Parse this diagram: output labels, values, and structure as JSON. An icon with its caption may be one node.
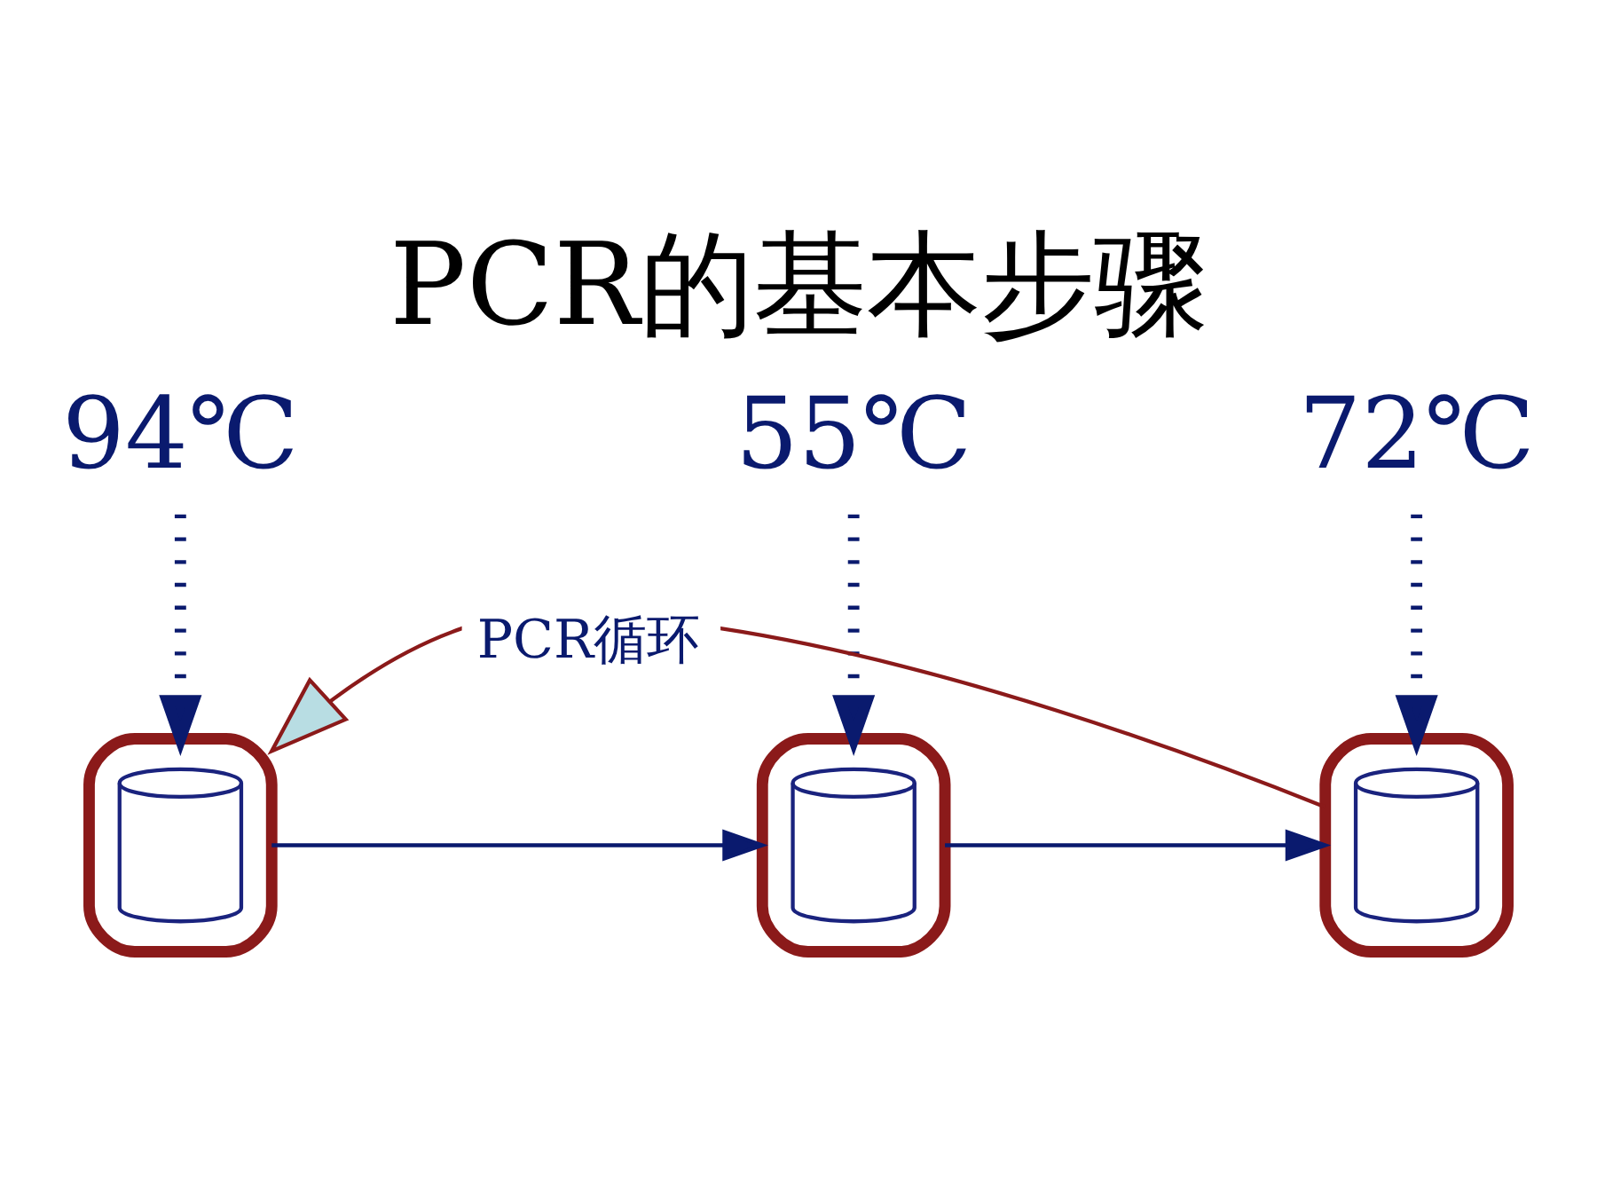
{
  "diagram": {
    "title": "PCR的基本步骤",
    "nodes": [
      {
        "text": [
          "94℃"
        ]
      },
      {
        "text": [],
        "shape": "cylinder"
      },
      {
        "text": [],
        "shape": "cylinder",
        "in": 1
      },
      {
        "text": [
          "55℃"
        ]
      },
      {
        "text": [],
        "shape": "cylinder"
      },
      {
        "text": [],
        "shape": "cylinder",
        "in": 4
      },
      {
        "text": [
          "72℃"
        ]
      },
      {
        "text": [],
        "shape": "cylinder"
      },
      {
        "text": [],
        "shape": "cylinder",
        "in": 7
      }
    ],
    "edges": [
      {
        "from": 0,
        "to": 1,
        "arrow": "to",
        "style": "dashed"
      },
      {
        "from": 1,
        "to": 4,
        "arrow": "to"
      },
      {
        "from": 3,
        "to": 4,
        "arrow": "to",
        "style": "dashed"
      },
      {
        "from": 4,
        "to": 7,
        "arrow": "to"
      },
      {
        "from": 6,
        "to": 7,
        "arrow": "to",
        "style": "dashed"
      },
      {
        "from": 7,
        "to": 1,
        "arrow": "to",
        "label": "PCR循环",
        "color": "#8b1a1a"
      }
    ]
  }
}
